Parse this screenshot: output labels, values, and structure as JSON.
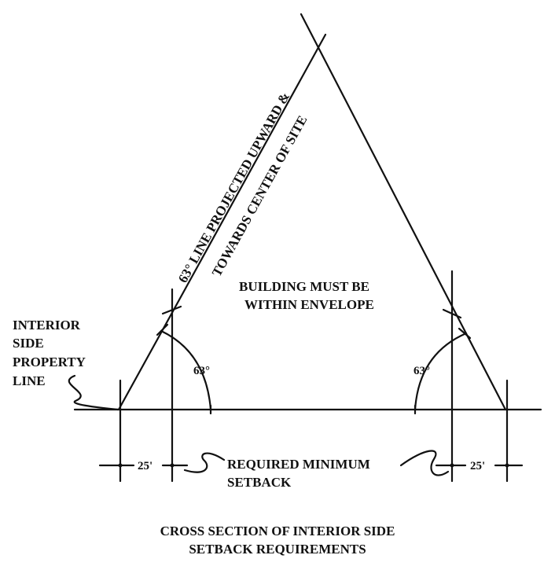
{
  "colors": {
    "ink": "#111111",
    "background": "#ffffff"
  },
  "diagram": {
    "slope_label_line1": "63° LINE PROJECTED UPWARD &",
    "slope_label_line2": "TOWARDS CENTER OF SITE",
    "envelope_label_line1": "BUILDING MUST BE",
    "envelope_label_line2": "WITHIN ENVELOPE",
    "property_label_line1": "INTERIOR",
    "property_label_line2": "SIDE",
    "property_label_line3": "PROPERTY",
    "property_label_line4": "LINE",
    "angle_left": "63°",
    "angle_right": "63°",
    "dim_left": "25'",
    "dim_right": "25'",
    "setback_label_line1": "REQUIRED MINIMUM",
    "setback_label_line2": "SETBACK",
    "caption_line1": "CROSS SECTION OF INTERIOR SIDE",
    "caption_line2": "SETBACK REQUIREMENTS"
  }
}
